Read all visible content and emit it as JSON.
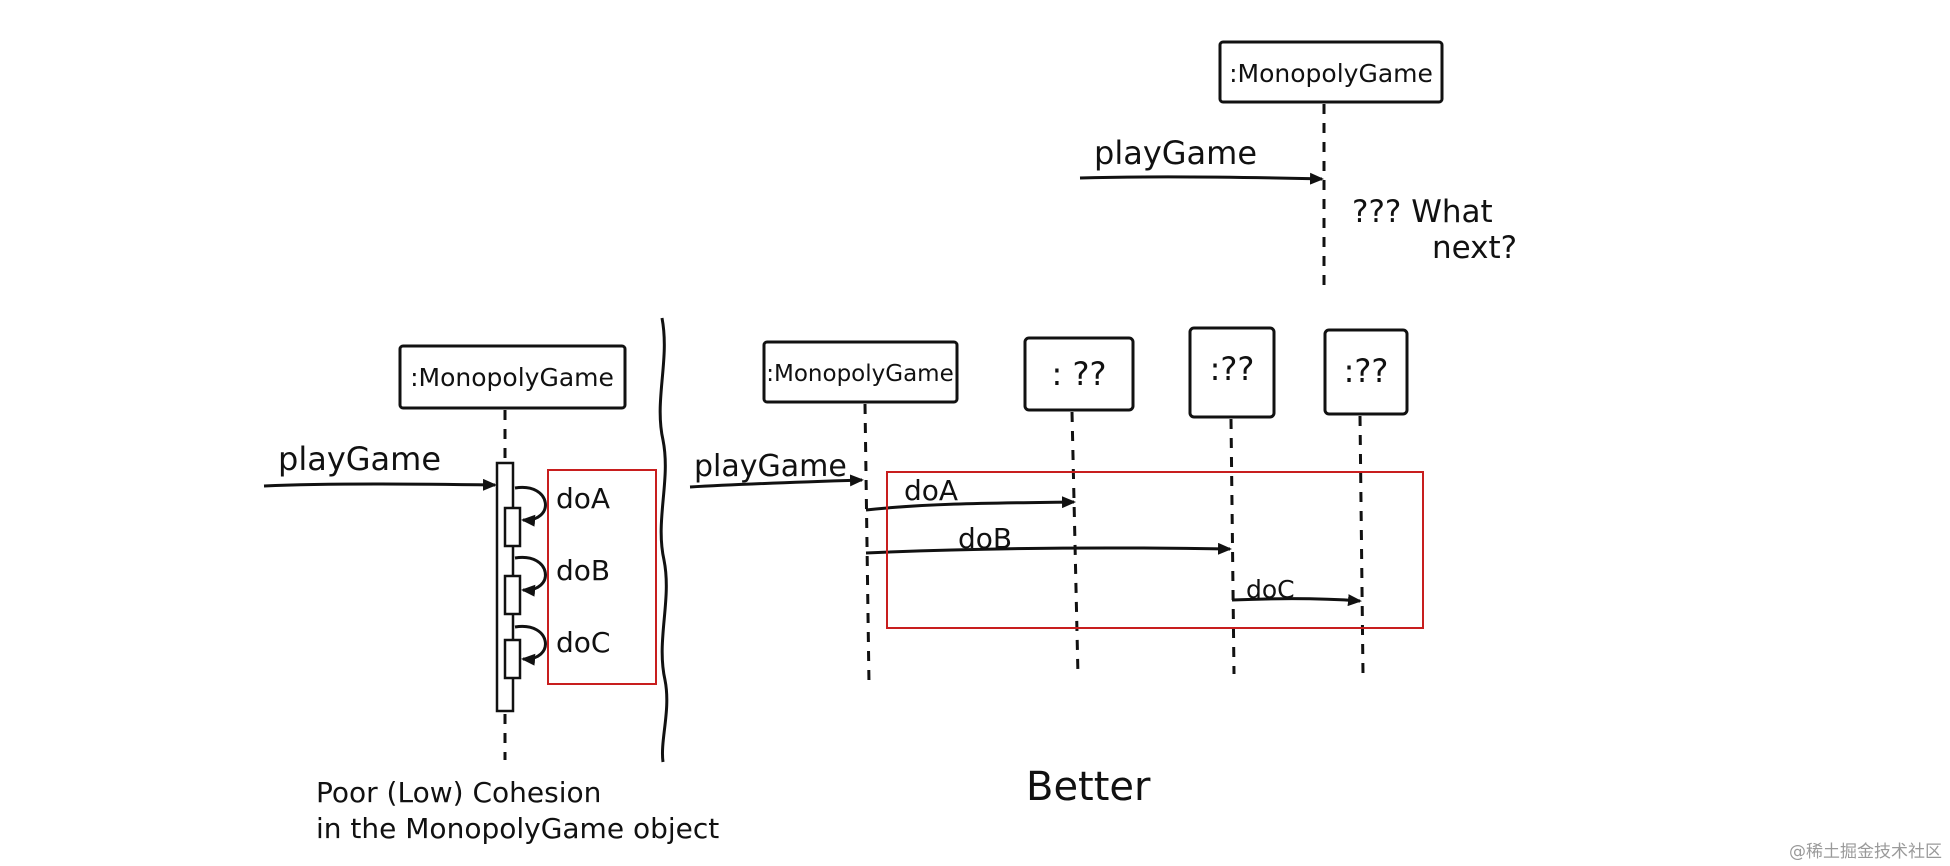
{
  "top_panel": {
    "object_label": ":MonopolyGame",
    "message": "playGame",
    "question_line1": "??? What",
    "question_line2": "next?"
  },
  "left_panel": {
    "object_label": ":MonopolyGame",
    "message": "playGame",
    "self_calls": [
      "doA",
      "doB",
      "doC"
    ],
    "caption_line1": "Poor (Low) Cohesion",
    "caption_line2": "in the MonopolyGame object"
  },
  "right_panel": {
    "objects": [
      ":MonopolyGame",
      ": ??",
      ":??",
      ":??"
    ],
    "message": "playGame",
    "calls": [
      "doA",
      "doB",
      "doC"
    ],
    "caption": "Better"
  },
  "colors": {
    "ink": "#111111",
    "highlight": "#c81e1e",
    "watermark": "#9a9a9a"
  },
  "watermark": "@稀土掘金技术社区"
}
